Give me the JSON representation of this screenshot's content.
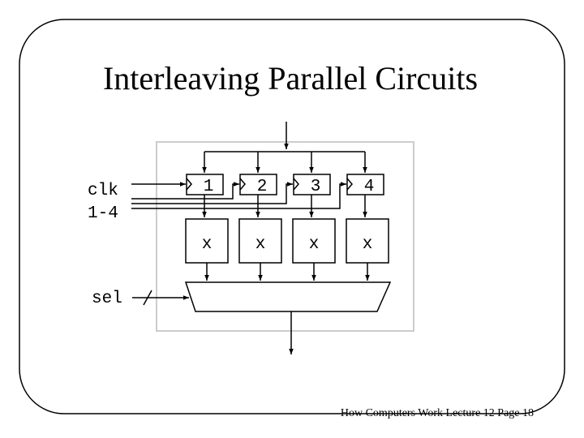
{
  "slide": {
    "title": "Interleaving Parallel Circuits",
    "footer": "How Computers Work Lecture 12 Page 18"
  },
  "diagram": {
    "clock_label_line1": "clk",
    "clock_label_line2": "1-4",
    "select_label": "sel",
    "registers": [
      {
        "label": "1"
      },
      {
        "label": "2"
      },
      {
        "label": "3"
      },
      {
        "label": "4"
      }
    ],
    "circuits": [
      {
        "label": "x"
      },
      {
        "label": "x"
      },
      {
        "label": "x"
      },
      {
        "label": "x"
      }
    ],
    "colors": {
      "enclosure": "#cccccc",
      "ink": "#000000"
    }
  }
}
